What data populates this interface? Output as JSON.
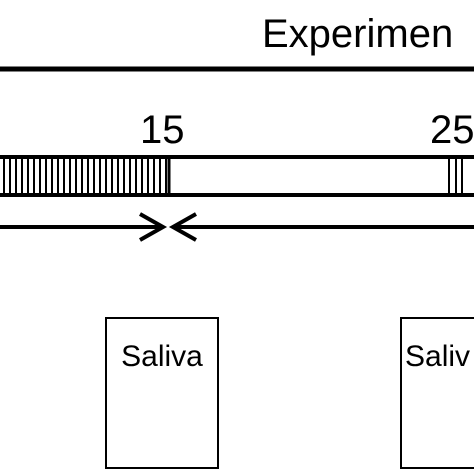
{
  "diagram": {
    "header_label": "Experimen",
    "timeline": {
      "tick_15": "15",
      "tick_25": "25"
    },
    "boxes": [
      {
        "label": "Saliva"
      },
      {
        "label": "Saliv"
      }
    ],
    "colors": {
      "stroke": "#000000",
      "background": "#ffffff"
    }
  }
}
